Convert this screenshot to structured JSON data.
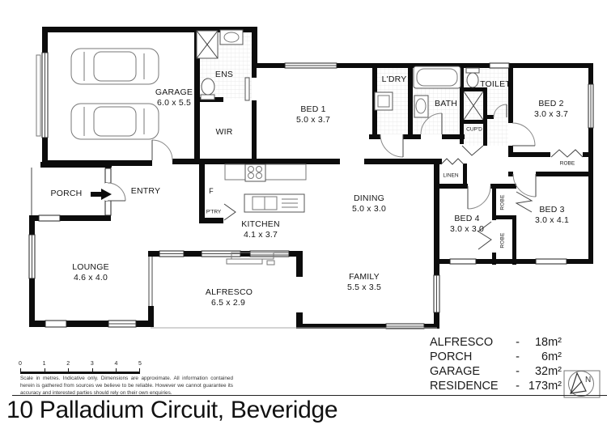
{
  "address": "10 Palladium Circuit, Beveridge",
  "disclaimer": "Scale in metres. Indicative only. Dimensions are approximate. All information contained herein is gathered from sources we believe to be reliable. However we cannot guarantee its accuracy and interested parties should rely on their own enquiries.",
  "north": {
    "label": "N"
  },
  "scale_bar": {
    "ticks": [
      "0",
      "1",
      "2",
      "3",
      "4",
      "5"
    ]
  },
  "rooms": {
    "garage": {
      "name": "GARAGE",
      "dims": "6.0 x 5.5"
    },
    "ens": {
      "name": "ENS"
    },
    "wir": {
      "name": "WIR"
    },
    "bed1": {
      "name": "BED 1",
      "dims": "5.0 x 3.7"
    },
    "laundry": {
      "name": "L'DRY"
    },
    "bath": {
      "name": "BATH"
    },
    "toilet": {
      "name": "TOILET"
    },
    "cupboard": {
      "name": "CUP'D"
    },
    "linen": {
      "name": "LINEN"
    },
    "bed2": {
      "name": "BED 2",
      "dims": "3.0 x 3.7"
    },
    "bed3": {
      "name": "BED 3",
      "dims": "3.0 x 4.1"
    },
    "bed4": {
      "name": "BED 4",
      "dims": "3.0 x 3.0"
    },
    "robe": {
      "name": "ROBE"
    },
    "porch": {
      "name": "PORCH"
    },
    "entry": {
      "name": "ENTRY"
    },
    "fridge": {
      "name": "F"
    },
    "pantry": {
      "name": "P'TRY"
    },
    "kitchen": {
      "name": "KITCHEN",
      "dims": "4.1 x 3.7"
    },
    "dining": {
      "name": "DINING",
      "dims": "5.0 x 3.0"
    },
    "lounge": {
      "name": "LOUNGE",
      "dims": "4.6 x 4.0"
    },
    "alfresco": {
      "name": "ALFRESCO",
      "dims": "6.5 x 2.9"
    },
    "family": {
      "name": "FAMILY",
      "dims": "5.5 x 3.5"
    }
  },
  "area_table": {
    "rows": [
      {
        "label": "ALFRESCO",
        "dash": "-",
        "value": "18m²"
      },
      {
        "label": "PORCH",
        "dash": "-",
        "value": "6m²"
      },
      {
        "label": "GARAGE",
        "dash": "-",
        "value": "32m²"
      },
      {
        "label": "RESIDENCE",
        "dash": "-",
        "value": "173m²"
      }
    ]
  }
}
